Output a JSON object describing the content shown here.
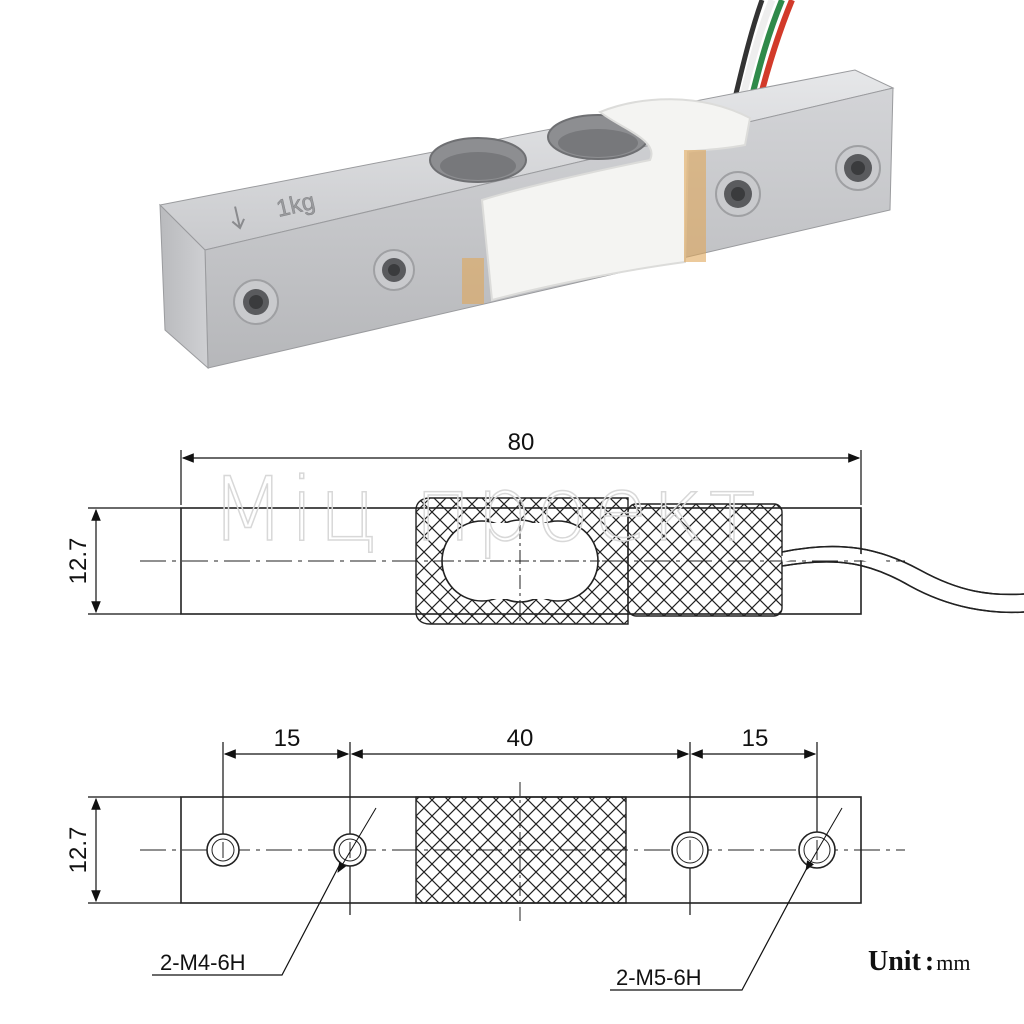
{
  "top_view": {
    "length_label": "80",
    "height_label": "12.7"
  },
  "bottom_view": {
    "left_spacing_label": "15",
    "center_spacing_label": "40",
    "right_spacing_label": "15",
    "height_label": "12.7",
    "left_callout": "2-M4-6H",
    "right_callout": "2-M5-6H"
  },
  "photo": {
    "engraving": "1kg"
  },
  "watermark": {
    "text": "Міц проект"
  },
  "unit": {
    "label": "Unit",
    "separator": ":",
    "value": "mm"
  },
  "colors": {
    "metal_light": "#d9dadc",
    "metal_dark": "#a9aaad",
    "seal_white": "#f4f4f2",
    "wire_red": "#d23a2a",
    "wire_green": "#2f8a4a",
    "wire_white": "#eeeeee"
  }
}
